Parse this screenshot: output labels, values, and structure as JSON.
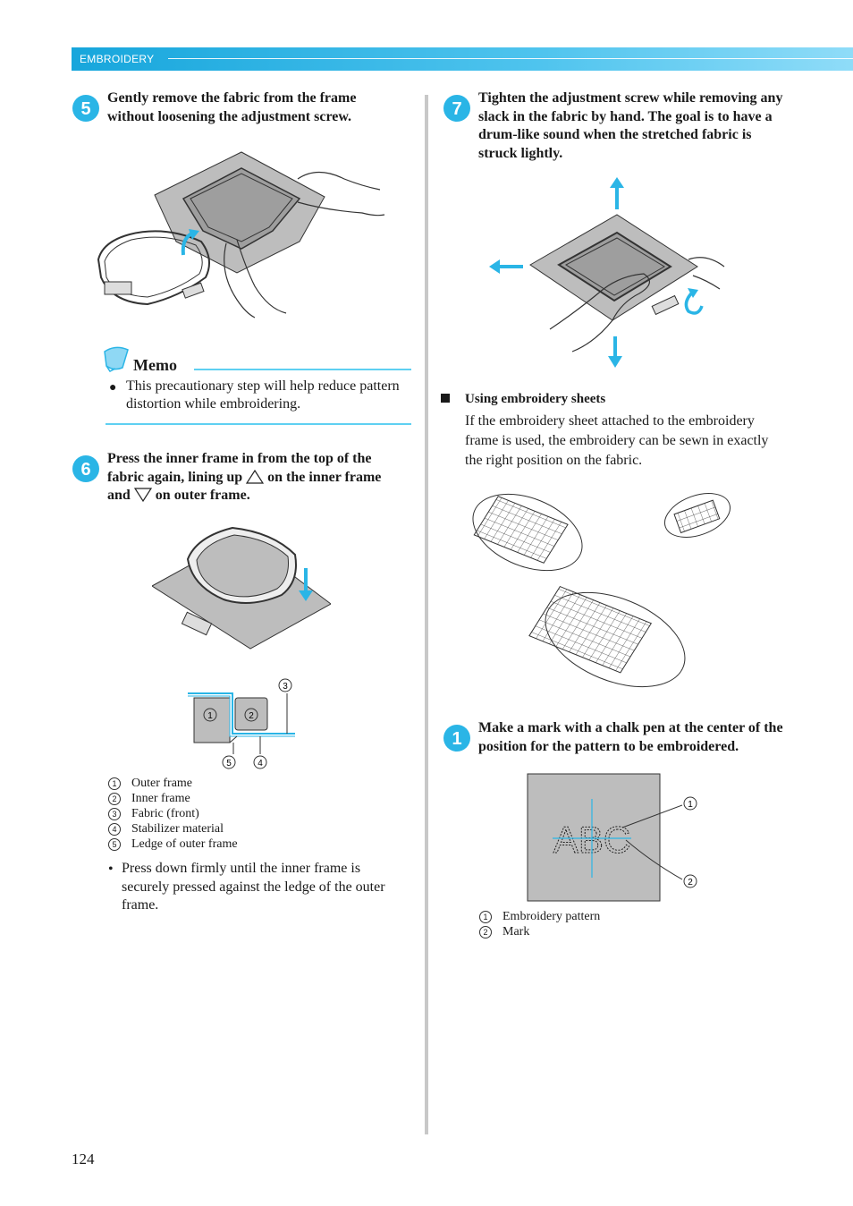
{
  "header": {
    "section": "EMBROIDERY"
  },
  "page_number": "124",
  "colors": {
    "accent": "#2ab5e6",
    "header_start": "#17a6dc",
    "header_end": "#8fdcf8",
    "divider": "#c8c8c8"
  },
  "step5": {
    "number": "5",
    "text": "Gently remove the fabric from the frame without loosening the adjustment screw."
  },
  "memo": {
    "title": "Memo",
    "bullet": "This precautionary step will help reduce pattern distortion while embroidering."
  },
  "step6": {
    "number": "6",
    "text_a": "Press the inner frame in from the top of the",
    "text_b": "fabric again, lining up",
    "text_c": "on the inner frame",
    "text_d": "and",
    "text_e": "on outer frame."
  },
  "diagram6": {
    "callouts": [
      "1",
      "2",
      "3",
      "4",
      "5"
    ],
    "legend": [
      {
        "n": "1",
        "label": "Outer frame"
      },
      {
        "n": "2",
        "label": "Inner frame"
      },
      {
        "n": "3",
        "label": "Fabric (front)"
      },
      {
        "n": "4",
        "label": "Stabilizer material"
      },
      {
        "n": "5",
        "label": "Ledge of outer frame"
      }
    ],
    "note": "Press down firmly until the inner frame is securely pressed against the ledge of the outer frame."
  },
  "step7": {
    "number": "7",
    "text": "Tighten the adjustment screw while removing any slack in the fabric by hand. The goal is to have a drum-like sound when the stretched fabric is struck lightly."
  },
  "sheets": {
    "heading": "Using embroidery sheets",
    "text": "If the embroidery sheet attached to the embroidery frame is used, the embroidery can be sewn in exactly the right position on the fabric."
  },
  "step1": {
    "number": "1",
    "text": "Make a mark with a chalk pen at the center of the position for the pattern to be embroidered."
  },
  "mark_diagram": {
    "sample_text": "ABC",
    "callouts": [
      "1",
      "2"
    ],
    "legend": [
      {
        "n": "1",
        "label": "Embroidery pattern"
      },
      {
        "n": "2",
        "label": "Mark"
      }
    ]
  }
}
